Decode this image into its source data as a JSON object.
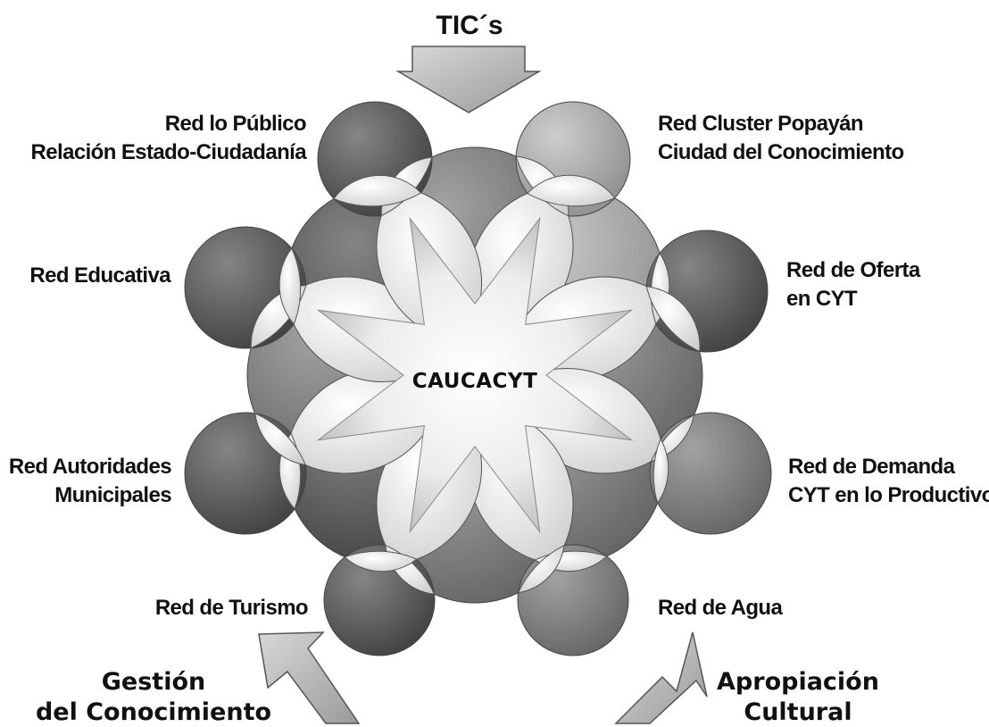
{
  "header": {
    "tics": "TIC´s"
  },
  "center": {
    "label": "CAUCACYT"
  },
  "networks": {
    "publico_1": "Red lo Público",
    "publico_2": "Relación Estado-Ciudadanía",
    "cluster_1": "Red Cluster Popayán",
    "cluster_2": "Ciudad del Conocimiento",
    "educativa": "Red Educativa",
    "oferta_1": "Red de Oferta",
    "oferta_2": "en CYT",
    "autoridades_1": "Red Autoridades",
    "autoridades_2": "Municipales",
    "demanda_1": "Red de Demanda",
    "demanda_2": "CYT en lo Productivo",
    "turismo": "Red de Turismo",
    "agua": "Red de Agua"
  },
  "inputs": {
    "gestion_1": "Gestión",
    "gestion_2": "del Conocimiento",
    "apropiacion_1": "Apropiación",
    "apropiacion_2": "Cultural"
  },
  "colors": {
    "dark_gray": "#5c5c5c",
    "mid_gray": "#7e7e7e",
    "light_gray": "#a8a8a8",
    "arrow_fill": "#c2c2c2",
    "star_fill": "#f4f4f4"
  }
}
